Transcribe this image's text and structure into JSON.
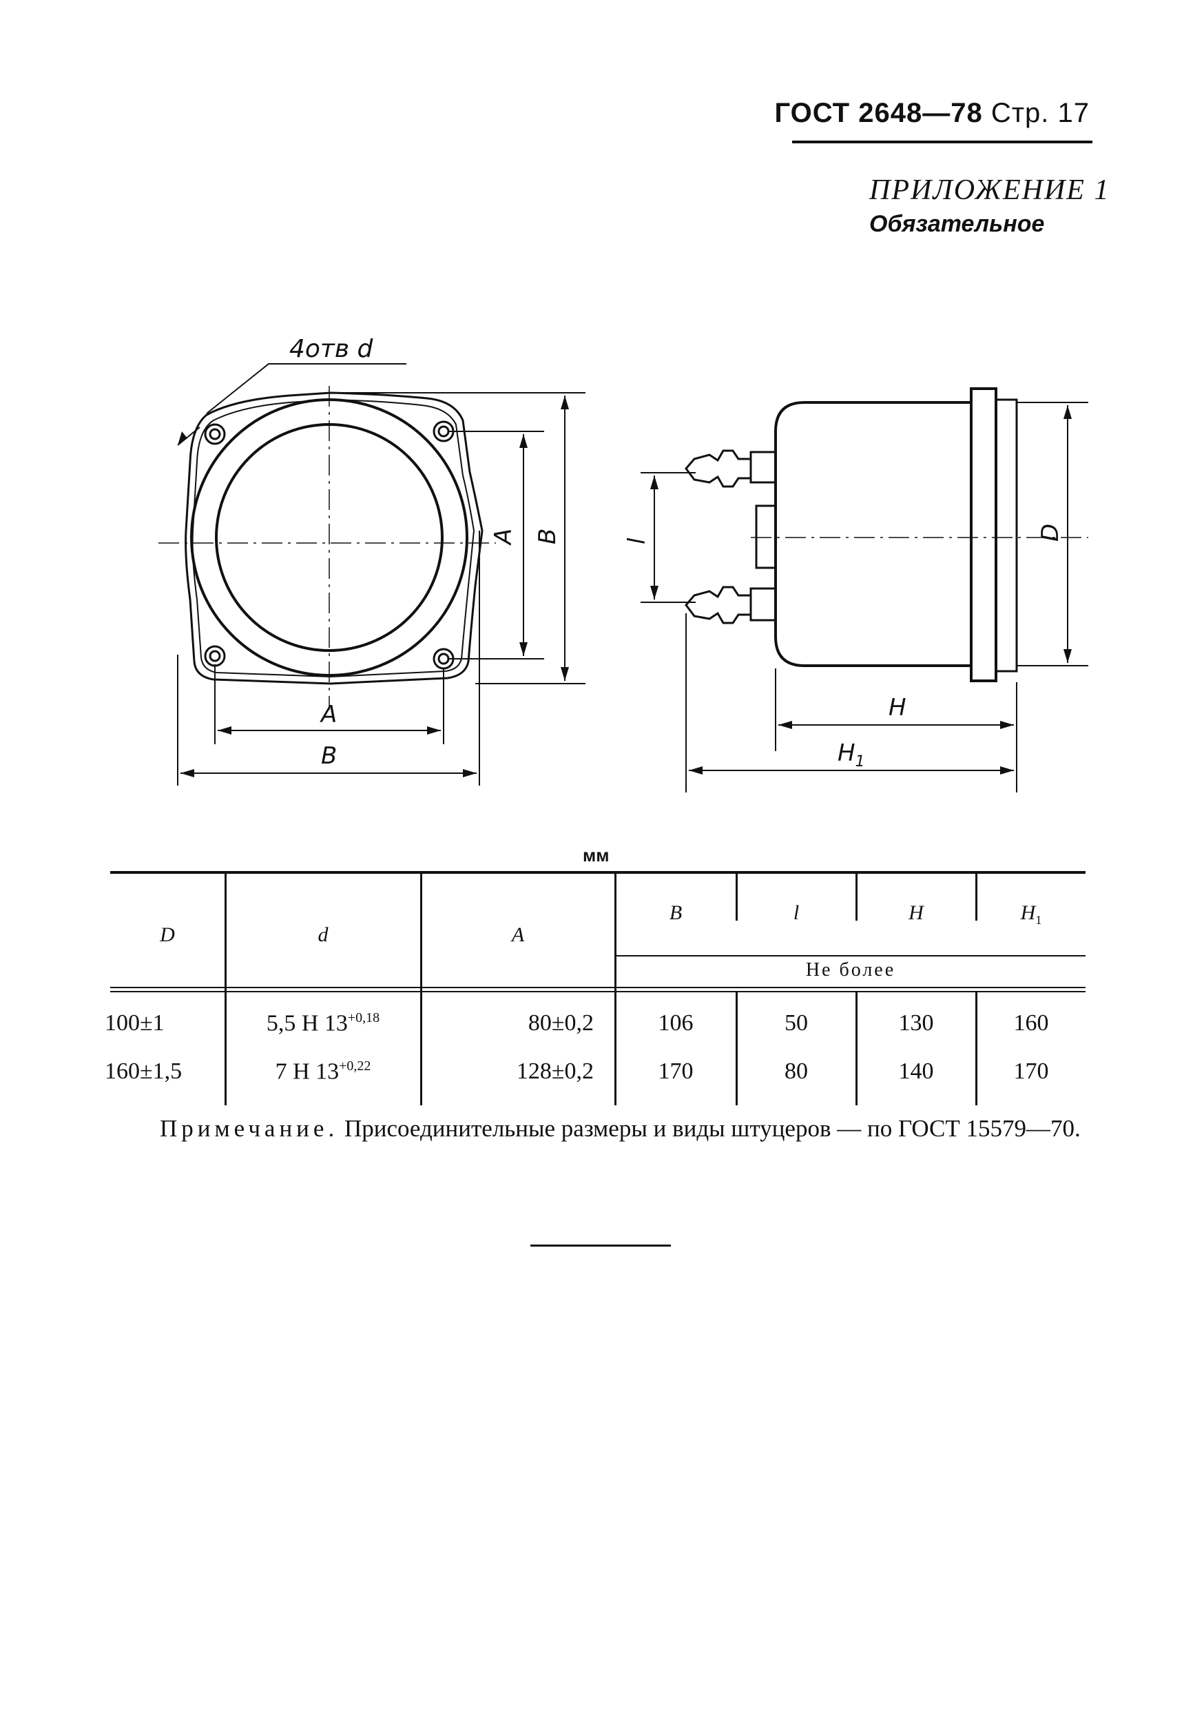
{
  "header": {
    "code": "ГОСТ 2648—78",
    "page": "Стр. 17",
    "appendix_title": "ПРИЛОЖЕНИЕ 1",
    "appendix_status": "Обязательное"
  },
  "drawing": {
    "holes_label": "4отв d",
    "front_labels": {
      "A_vertical": "A",
      "B_vertical": "B",
      "A_horizontal": "A",
      "B_horizontal": "B"
    },
    "side_labels": {
      "l": "l",
      "D": "D",
      "H": "H",
      "H1": "H",
      "H1_sub": "1"
    }
  },
  "table": {
    "unit": "мм",
    "headers": [
      "D",
      "d",
      "A",
      "B",
      "l",
      "H",
      "H"
    ],
    "header_H1_sub": "1",
    "subheader": "Не более",
    "rows": [
      {
        "D": "100±1",
        "d_base": "5,5 H 13",
        "d_tol": "+0,18",
        "A": "80±0,2",
        "B": "106",
        "l": "50",
        "H": "130",
        "H1": "160"
      },
      {
        "D": "160±1,5",
        "d_base": "7 H 13",
        "d_tol": "+0,22",
        "A": "128±0,2",
        "B": "170",
        "l": "80",
        "H": "140",
        "H1": "170"
      }
    ]
  },
  "note": {
    "label": "Примечание.",
    "text": " Присоединительные размеры и виды штуцеров — по ГОСТ 15579—70."
  }
}
